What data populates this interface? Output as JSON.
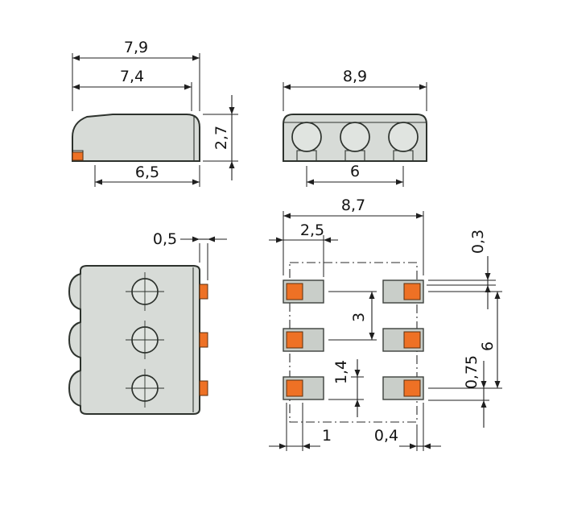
{
  "labels": {
    "side_total_width": "7,9",
    "side_upper_width": "7,4",
    "side_base_width": "6,5",
    "side_height": "2,7",
    "front_width": "8,9",
    "front_pole_span": "6",
    "top_pad_protrusion": "0,5",
    "fp_overall_width": "8,7",
    "fp_pad_length": "2,5",
    "fp_top_offset": "0,3",
    "fp_row_span": "6",
    "fp_bottom_offset": "0,75",
    "fp_row_pitch": "3",
    "fp_pad_height": "1,4",
    "fp_contact_width": "1",
    "fp_overhang": "0,4"
  },
  "colors": {
    "pad_orange": "#ee7125",
    "body_fill": "#d7dbd7",
    "land_fill": "#c9cec9",
    "outline": "#2d322d",
    "dimension_line": "#1f1f1f",
    "background": "#ffffff"
  }
}
